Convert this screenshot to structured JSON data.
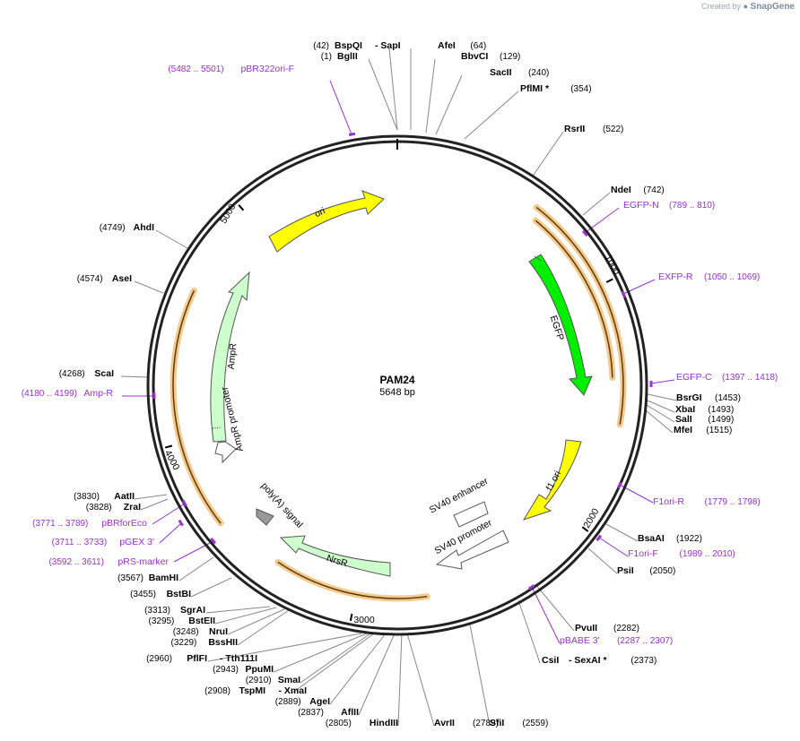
{
  "watermark": {
    "prefix": "Created by",
    "brand": "SnapGene"
  },
  "plasmid": {
    "name": "PAM24",
    "length_label": "5648 bp",
    "length": 5648
  },
  "ticks": [
    {
      "label": "1000",
      "pos": 1000
    },
    {
      "label": "2000",
      "pos": 2000
    },
    {
      "label": "3000",
      "pos": 3000
    },
    {
      "label": "4000",
      "pos": 4000
    },
    {
      "label": "5000",
      "pos": 5000
    }
  ],
  "sites": [
    {
      "name": "BspQI",
      "pos": "(42)"
    },
    {
      "name": "- SapI",
      "pos": ""
    },
    {
      "name": "BglII",
      "pos": "(1)"
    },
    {
      "name": "AfeI",
      "pos": "(64)"
    },
    {
      "name": "BbvCI",
      "pos": "(129)"
    },
    {
      "name": "SacII",
      "pos": "(240)"
    },
    {
      "name": "PflMI *",
      "pos": "(354)"
    },
    {
      "name": "RsrII",
      "pos": "(522)"
    },
    {
      "name": "NdeI",
      "pos": "(742)"
    },
    {
      "name": "BsrGI",
      "pos": "(1453)"
    },
    {
      "name": "XbaI",
      "pos": "(1493)"
    },
    {
      "name": "SalI",
      "pos": "(1499)"
    },
    {
      "name": "MfeI",
      "pos": "(1515)"
    },
    {
      "name": "BsaAI",
      "pos": "(1922)"
    },
    {
      "name": "PsiI",
      "pos": "(2050)"
    },
    {
      "name": "PvuII",
      "pos": "(2282)"
    },
    {
      "name": "CsiI",
      "pos": ""
    },
    {
      "name": "- SexAI *",
      "pos": "(2373)"
    },
    {
      "name": "SfiI",
      "pos": "(2559)"
    },
    {
      "name": "AvrII",
      "pos": "(2789)"
    },
    {
      "name": "HindIII",
      "pos": "(2805)"
    },
    {
      "name": "AflII",
      "pos": "(2837)"
    },
    {
      "name": "AgeI",
      "pos": "(2889)"
    },
    {
      "name": "TspMI",
      "pos": "(2908)"
    },
    {
      "name": "- XmaI",
      "pos": ""
    },
    {
      "name": "SmaI",
      "pos": "(2910)"
    },
    {
      "name": "PpuMI",
      "pos": "(2943)"
    },
    {
      "name": "PflFI",
      "pos": "(2960)"
    },
    {
      "name": "- Tth111I",
      "pos": ""
    },
    {
      "name": "BssHII",
      "pos": "(3229)"
    },
    {
      "name": "NruI",
      "pos": "(3248)"
    },
    {
      "name": "BstEII",
      "pos": "(3295)"
    },
    {
      "name": "SgrAI",
      "pos": "(3313)"
    },
    {
      "name": "BstBI",
      "pos": "(3455)"
    },
    {
      "name": "BamHI",
      "pos": "(3567)"
    },
    {
      "name": "ZraI",
      "pos": "(3828)"
    },
    {
      "name": "AatII",
      "pos": "(3830)"
    },
    {
      "name": "ScaI",
      "pos": "(4268)"
    },
    {
      "name": "AseI",
      "pos": "(4574)"
    },
    {
      "name": "AhdI",
      "pos": "(4749)"
    }
  ],
  "primers": [
    {
      "name": "pBR322ori-F",
      "range": "(5482 .. 5501)"
    },
    {
      "name": "EGFP-N",
      "range": "(789 .. 810)"
    },
    {
      "name": "EXFP-R",
      "range": "(1050 .. 1069)"
    },
    {
      "name": "EGFP-C",
      "range": "(1397 .. 1418)"
    },
    {
      "name": "F1ori-R",
      "range": "(1779 .. 1798)"
    },
    {
      "name": "F1ori-F",
      "range": "(1989 .. 2010)"
    },
    {
      "name": "pBABE 3'",
      "range": "(2287 .. 2307)"
    },
    {
      "name": "Amp-R",
      "range": "(4180 .. 4199)"
    },
    {
      "name": "pBRforEco",
      "range": "(3771 .. 3789)"
    },
    {
      "name": "pGEX 3'",
      "range": "(3711 .. 3733)"
    },
    {
      "name": "pRS-marker",
      "range": "(3592 .. 3611)"
    }
  ],
  "features": [
    {
      "name": "ori",
      "color": "#ffff00"
    },
    {
      "name": "EGFP",
      "color": "#00ee00"
    },
    {
      "name": "f1 ori",
      "color": "#ffff00"
    },
    {
      "name": "SV40 enhancer",
      "color": "#ffffff"
    },
    {
      "name": "SV40 promoter",
      "color": "#ffffff"
    },
    {
      "name": "NrsR",
      "color": "#ccffcc"
    },
    {
      "name": "poly(A) signal",
      "color": "#999999"
    },
    {
      "name": "AmpR",
      "color": "#ccffcc"
    },
    {
      "name": "AmpR promoter",
      "color": "#ffffff"
    }
  ],
  "colors": {
    "backbone": "#222222",
    "primer": "#9b30d4",
    "orf_fill": "#f5c98a",
    "orf_stroke": "#e8a64a"
  }
}
